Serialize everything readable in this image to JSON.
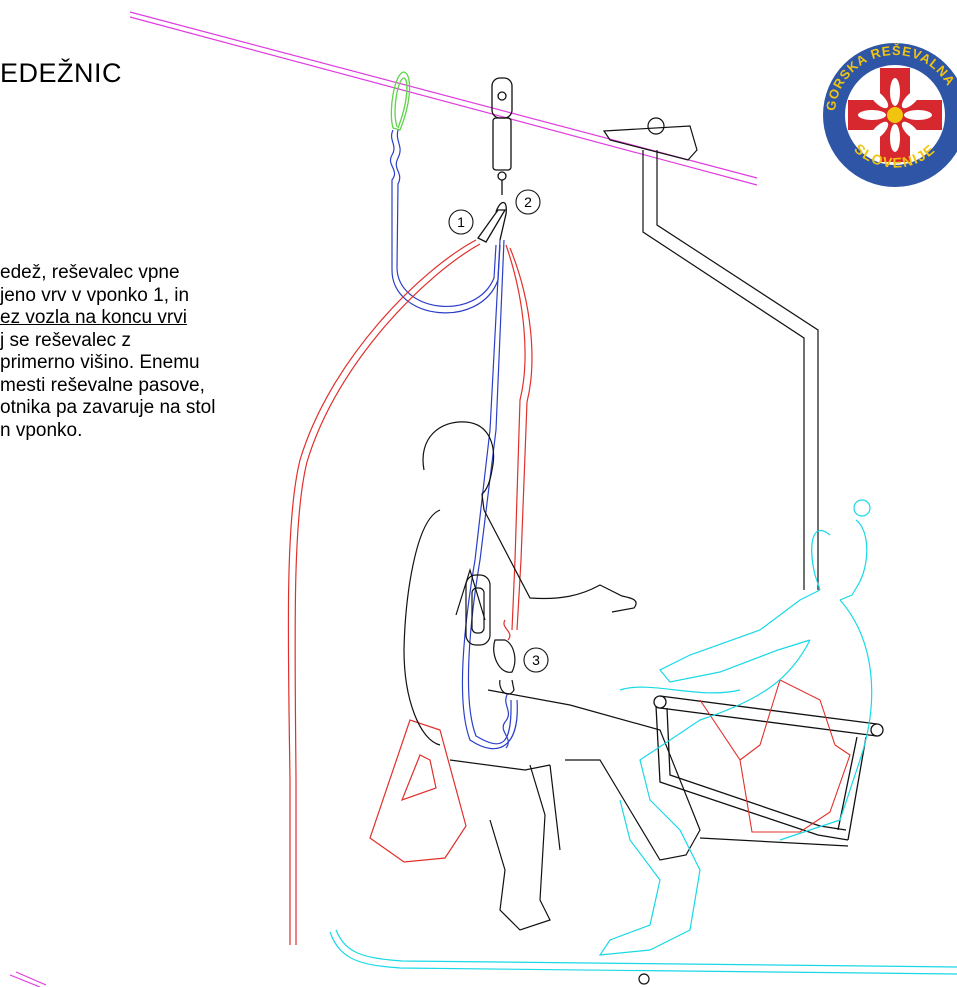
{
  "title": "EDEŽNIC",
  "description_lines": [
    "edež, reševalec vpne",
    "jeno vrv v vponko 1, in",
    "ez vozla na koncu vrvi",
    "j se reševalec z",
    "primerno višino. Enemu",
    "mesti reševalne pasove,",
    "otnika pa zavaruje na stol",
    "n vponko."
  ],
  "underlined_line_index": 2,
  "markers": [
    "1",
    "2",
    "3"
  ],
  "logo": {
    "text_top": "GORSKA REŠEVALNA",
    "text_bottom": "SLOVENIJE",
    "ring_color": "#2f56a6",
    "ring_text_color": "#f1c40f",
    "cross_color": "#d7282f"
  },
  "colors": {
    "cable": "#e03ce0",
    "rescuer_rope": "#2b3fc8",
    "main_rope": "#e0302c",
    "passenger": "#19d9e6",
    "sling": "#5fd34a",
    "line": "#111111"
  }
}
